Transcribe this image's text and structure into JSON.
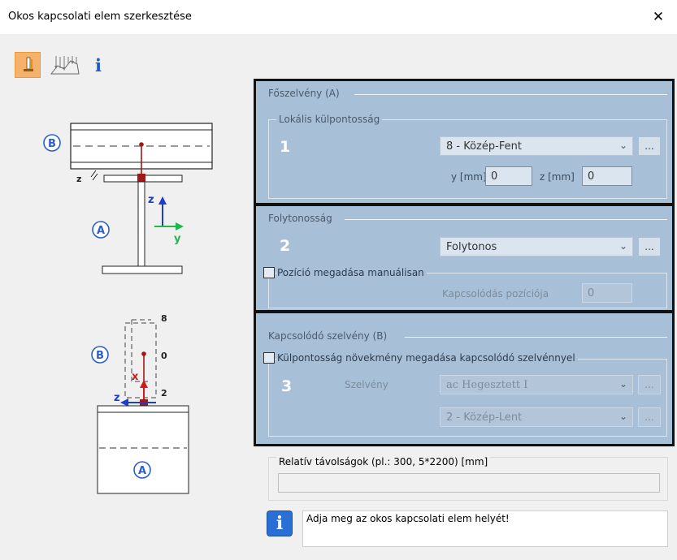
{
  "window": {
    "title": "Okos kapcsolati elem szerkesztése",
    "close_glyph": "✕"
  },
  "toolbar": {
    "items": [
      "geometry-icon",
      "surface-icon",
      "info-icon"
    ],
    "info_glyph": "i"
  },
  "diagram_labels": {
    "top": {
      "b": "B",
      "a": "A",
      "z": "z",
      "z_axis": "z",
      "y_axis": "y"
    },
    "bottom": {
      "b": "B",
      "a": "A",
      "eight": "8",
      "zero": "0",
      "two": "2",
      "x_axis": "x",
      "z_axis": "z"
    }
  },
  "main_section": {
    "title": "Főszelvény (A)",
    "number": "1",
    "local_offset": {
      "title": "Lokális külpontosság",
      "position_select": "8 - Közép-Fent",
      "y_label": "y [mm]",
      "y_value": "0",
      "z_label": "z [mm]",
      "z_value": "0"
    }
  },
  "continuity_section": {
    "title": "Folytonosság",
    "number": "2",
    "select": "Folytonos",
    "manual_checkbox_label": "Pozíció megadása manuálisan",
    "manual_checked": false,
    "position_label": "Kapcsolódás pozíciója",
    "position_value": "0"
  },
  "connecting_section": {
    "title": "Kapcsolódó szelvény (B)",
    "number": "3",
    "offset_checkbox_label": "Külpontosság növekmény megadása kapcsolódó szelvénnyel",
    "offset_checked": false,
    "section_label": "Szelvény",
    "section_select": "ac Hegesztett I",
    "position_select": "2 - Közép-Lent"
  },
  "distances": {
    "label": "Relatív távolságok (pl.: 300, 5*2200) [mm]",
    "value": ""
  },
  "info": {
    "glyph": "i",
    "message": "Adja meg az okos kapcsolati elem helyét!"
  },
  "controls": {
    "dots": "...",
    "chevron": "⌄"
  },
  "colors": {
    "highlight": "#a8bfd8",
    "frame": "#111111",
    "accent_red": "#a01818",
    "axis_blue": "#1a3fd0",
    "axis_green": "#1db94a",
    "info_blue": "#2a6fd6"
  }
}
